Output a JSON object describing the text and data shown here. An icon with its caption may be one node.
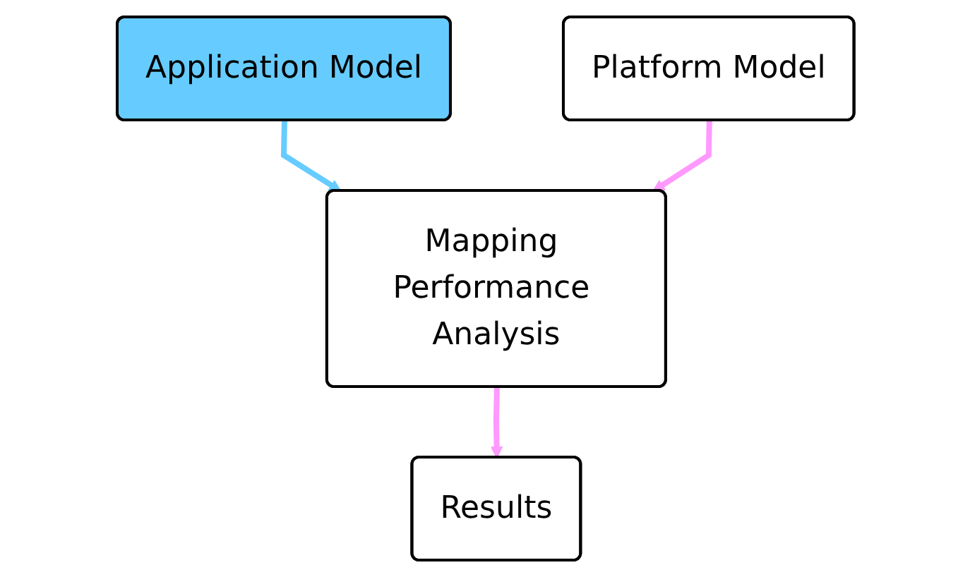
{
  "diagram": {
    "nodes": [
      {
        "text": [
          "Application Model"
        ]
      },
      {
        "text": [
          "Platform Model"
        ]
      },
      {
        "text": [
          "Mapping Performance Analysis"
        ]
      },
      {
        "text": [
          "Results"
        ]
      }
    ],
    "edges": [
      {
        "from": 0,
        "to": 2,
        "arrow": "to",
        "color": "#66ccff"
      },
      {
        "from": 1,
        "to": 2,
        "arrow": "to"
      },
      {
        "from": 2,
        "to": 3,
        "arrow": "to"
      }
    ]
  }
}
